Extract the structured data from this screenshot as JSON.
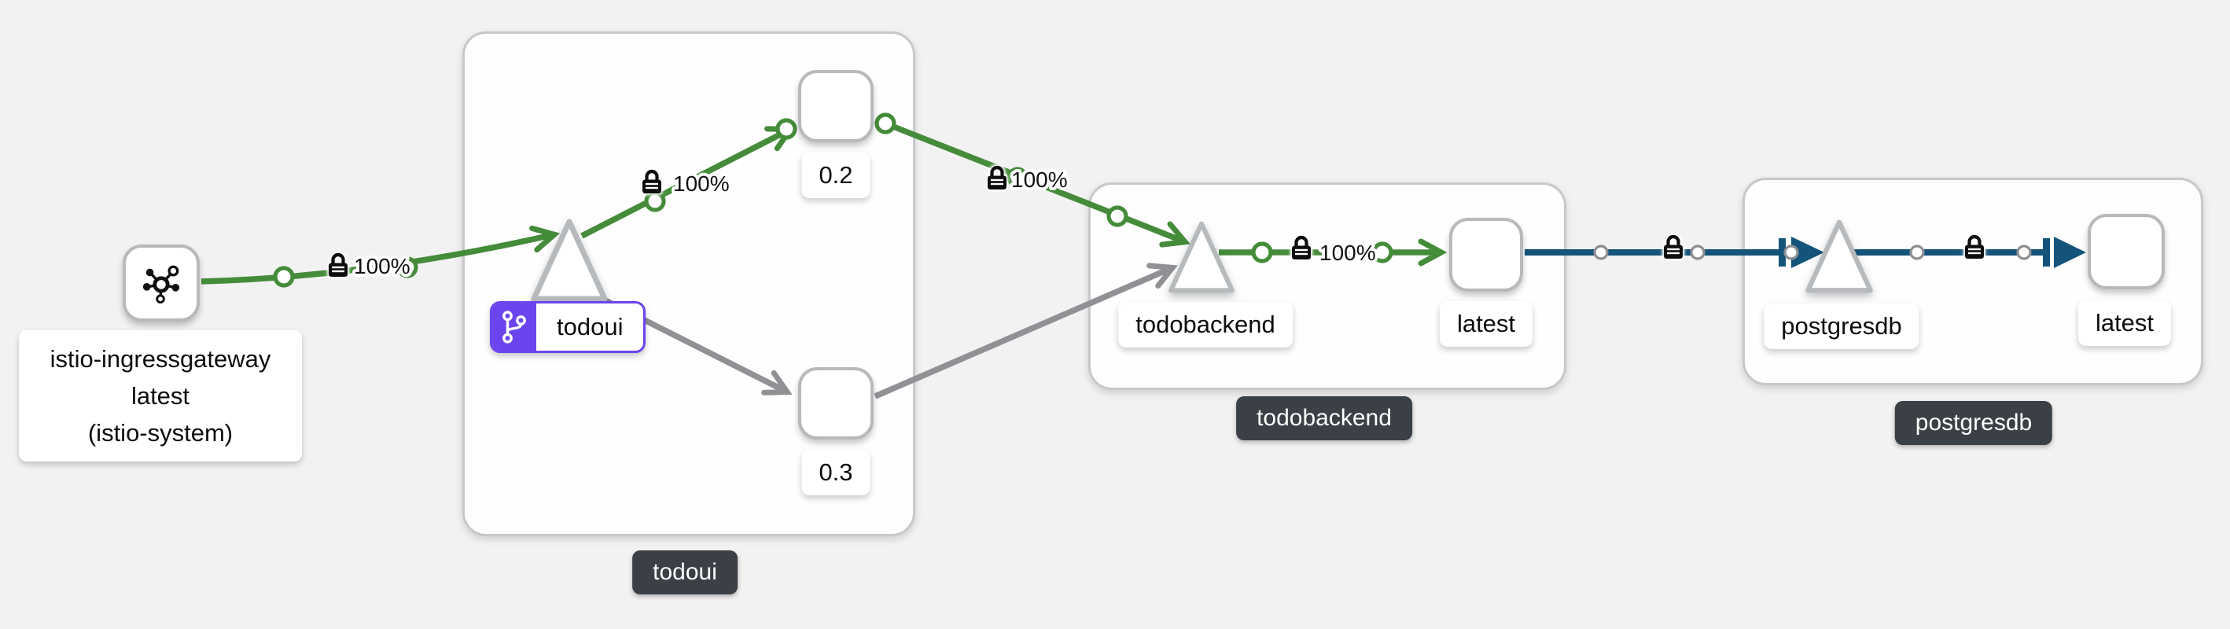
{
  "graph_type": "service-mesh-traffic-graph",
  "colors": {
    "healthy_traffic_green": "#458c3a",
    "idle_traffic_gray": "#8f9194",
    "tcp_traffic_blue": "#14537a",
    "mtls_lock_black": "#0c0c0c",
    "group_badge_bg": "#3a4046",
    "virtual_service_purple": "#6c44ee",
    "canvas_bg": "#f2f2f2"
  },
  "groups": {
    "todoui": {
      "label": "todoui"
    },
    "todobackend": {
      "label": "todobackend"
    },
    "postgresdb": {
      "label": "postgresdb"
    }
  },
  "nodes": {
    "ingress": {
      "lines": [
        "istio-ingressgateway",
        "latest",
        "(istio-system)"
      ],
      "icon": "mesh-gateway-icon"
    },
    "todoui_app": {
      "label": "todoui",
      "badge_icon": "virtual-service-branch-icon"
    },
    "todoui_v02": {
      "label": "0.2"
    },
    "todoui_v03": {
      "label": "0.3"
    },
    "todobackend_service": {
      "label": "todobackend"
    },
    "todobackend_latest": {
      "label": "latest"
    },
    "postgresdb_service": {
      "label": "postgresdb"
    },
    "postgresdb_latest": {
      "label": "latest"
    }
  },
  "edges": [
    {
      "id": "ingress-to-todoui",
      "source": "istio-ingressgateway",
      "target": "todoui",
      "label": "100%",
      "mtls": true,
      "protocol": "http",
      "state": "healthy"
    },
    {
      "id": "todoui-to-v02",
      "source": "todoui",
      "target": "0.2",
      "label": "100%",
      "mtls": true,
      "protocol": "http",
      "state": "healthy"
    },
    {
      "id": "todoui-to-v03",
      "source": "todoui",
      "target": "0.3",
      "label": "",
      "mtls": false,
      "protocol": "http",
      "state": "idle"
    },
    {
      "id": "v02-to-todobackend",
      "source": "0.2",
      "target": "todobackend",
      "label": "100%",
      "mtls": true,
      "protocol": "http",
      "state": "healthy"
    },
    {
      "id": "v03-to-todobackend",
      "source": "0.3",
      "target": "todobackend",
      "label": "",
      "mtls": false,
      "protocol": "http",
      "state": "idle"
    },
    {
      "id": "todobackend-to-latest",
      "source": "todobackend",
      "target": "latest",
      "label": "100%",
      "mtls": true,
      "protocol": "http",
      "state": "healthy"
    },
    {
      "id": "latest-to-postgresdb",
      "source": "latest",
      "target": "postgresdb",
      "label": "",
      "mtls": true,
      "protocol": "tcp",
      "state": "active"
    },
    {
      "id": "postgresdb-to-latest",
      "source": "postgresdb",
      "target": "latest",
      "label": "",
      "mtls": true,
      "protocol": "tcp",
      "state": "active"
    }
  ]
}
